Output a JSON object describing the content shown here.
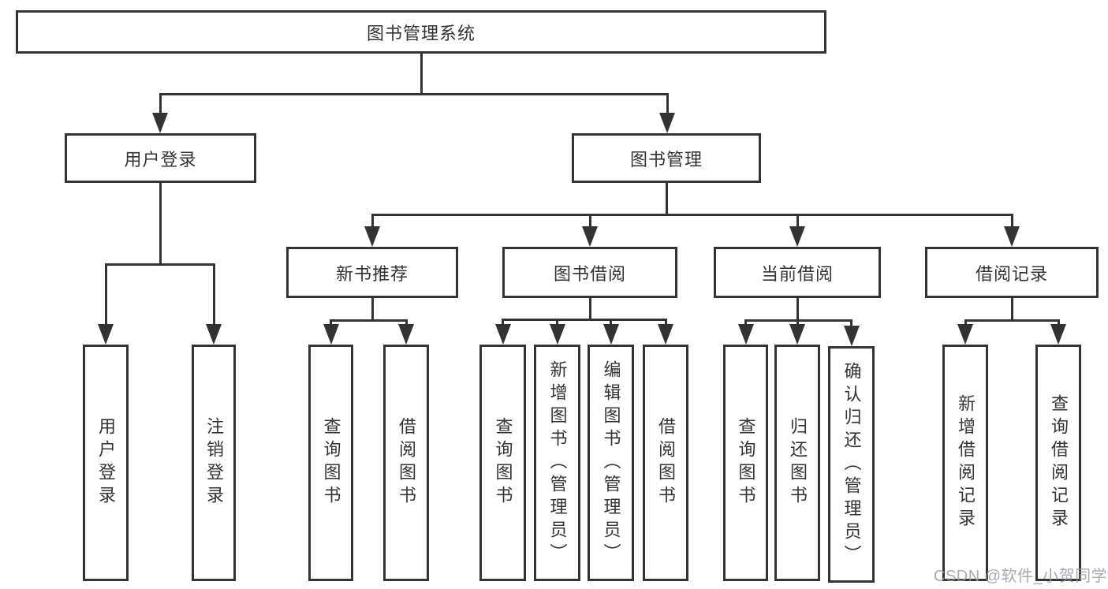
{
  "diagram": {
    "root": {
      "label": "图书管理系统"
    },
    "level2": {
      "user_login": {
        "label": "用户登录"
      },
      "book_management": {
        "label": "图书管理"
      }
    },
    "level3": {
      "new_book_recommend": {
        "label": "新书推荐"
      },
      "book_borrow": {
        "label": "图书借阅"
      },
      "current_borrow": {
        "label": "当前借阅"
      },
      "borrow_records": {
        "label": "借阅记录"
      }
    },
    "leaves": {
      "user_login": [
        "用户登录",
        "注销登录"
      ],
      "new_book_recommend": [
        "查询图书",
        "借阅图书"
      ],
      "book_borrow": [
        "查询图书",
        "新增图书（管理员）",
        "编辑图书（管理员）",
        "借阅图书"
      ],
      "current_borrow": [
        "查询图书",
        "归还图书",
        "确认归还（管理员）"
      ],
      "borrow_records": [
        "新增借阅记录",
        "查询借阅记录"
      ]
    },
    "colors": {
      "line": "#333333",
      "text": "#333333",
      "background": "#ffffff",
      "watermark": "#9b9ba3"
    }
  },
  "watermark": {
    "text": "CSDN @软件_小贺同学"
  }
}
